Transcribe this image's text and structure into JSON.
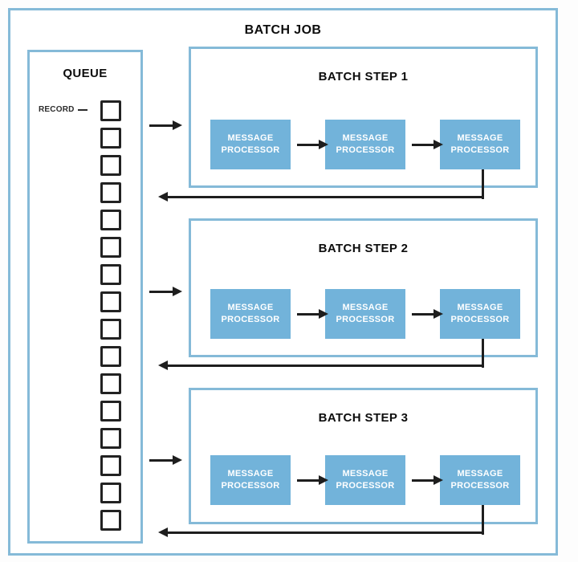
{
  "diagram": {
    "title": "BATCH JOB",
    "queue": {
      "title": "QUEUE",
      "record_label": "RECORD",
      "record_count": 16
    },
    "steps": [
      {
        "label": "BATCH STEP 1",
        "processors": [
          "MESSAGE PROCESSOR",
          "MESSAGE PROCESSOR",
          "MESSAGE PROCESSOR"
        ]
      },
      {
        "label": "BATCH STEP 2",
        "processors": [
          "MESSAGE PROCESSOR",
          "MESSAGE PROCESSOR",
          "MESSAGE PROCESSOR"
        ]
      },
      {
        "label": "BATCH STEP 3",
        "processors": [
          "MESSAGE PROCESSOR",
          "MESSAGE PROCESSOR",
          "MESSAGE PROCESSOR"
        ]
      }
    ],
    "colors": {
      "box_border": "#85bad8",
      "processor_fill": "#72b3da",
      "processor_text": "#ffffff",
      "arrow": "#1e1e1e",
      "text": "#0d0d0d"
    }
  }
}
